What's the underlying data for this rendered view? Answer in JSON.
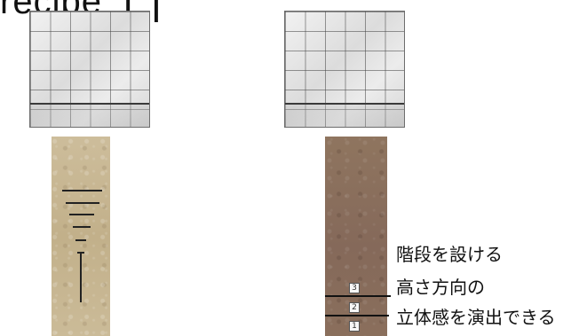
{
  "title": "recipe▕▕",
  "steps": {
    "label_3": "3",
    "label_2": "2",
    "label_1": "1"
  },
  "notes": {
    "line1": "階段を設ける",
    "line2": "高さ方向の",
    "line3": "立体感を演出できる"
  }
}
